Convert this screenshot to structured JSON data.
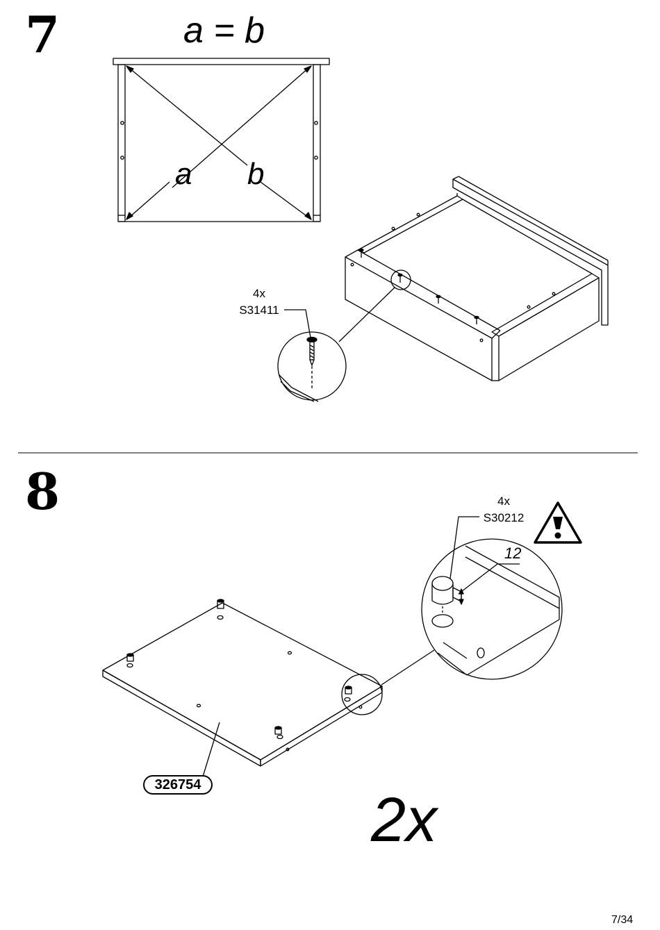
{
  "steps": [
    {
      "number": "7",
      "formula": "a = b",
      "diag_a": "a",
      "diag_b": "b",
      "hardware": {
        "qty": "4x",
        "code": "S31411"
      }
    },
    {
      "number": "8",
      "hardware": {
        "qty": "4x",
        "code": "S30212"
      },
      "dimension": "12",
      "part_number": "326754",
      "multiplier": "2x"
    }
  ],
  "page": "7/34"
}
